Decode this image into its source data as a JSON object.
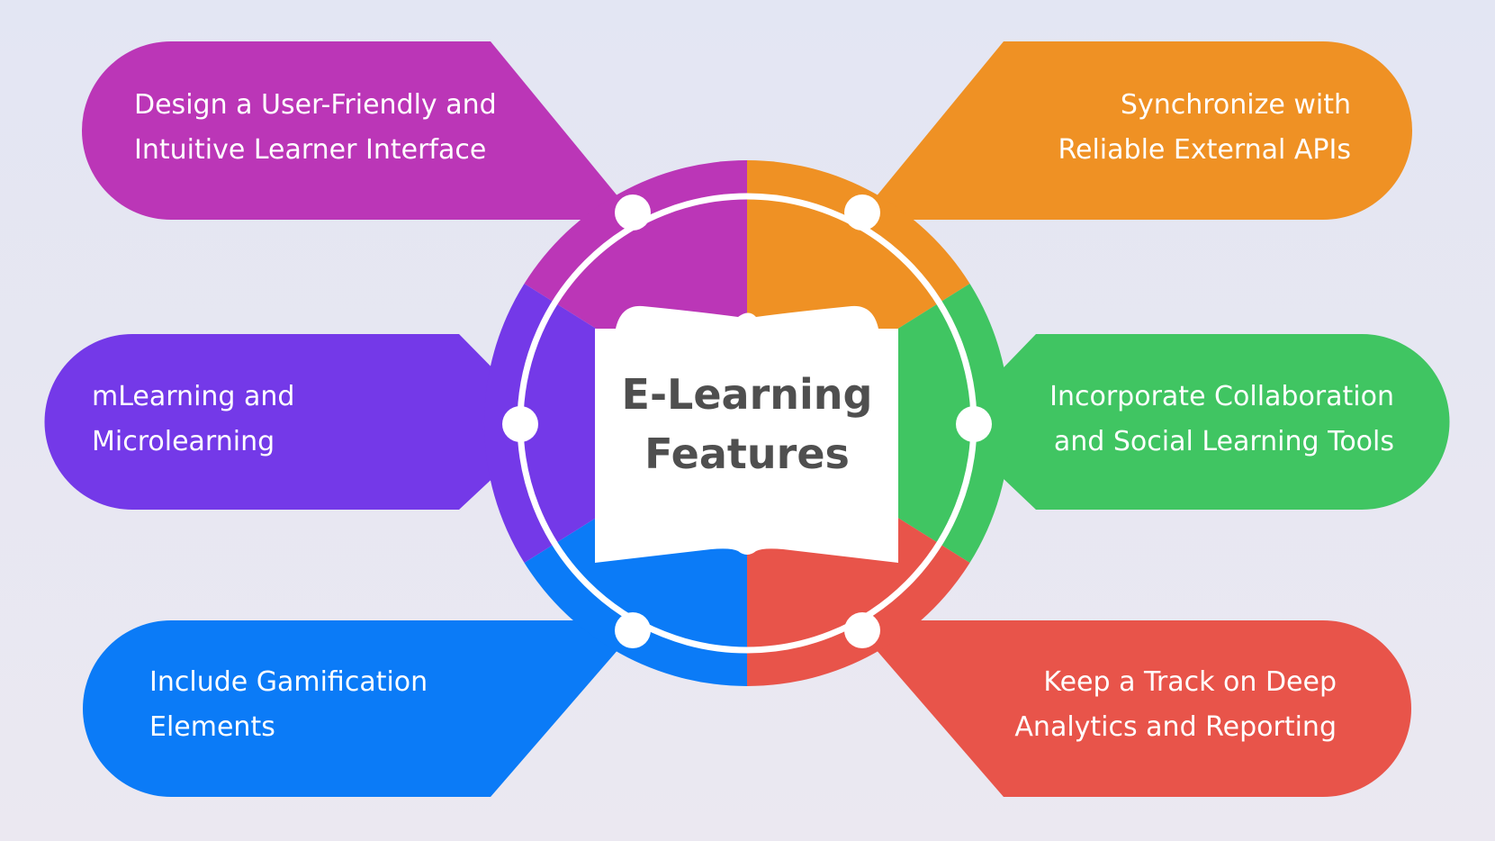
{
  "center": {
    "line1": "E-Learning",
    "line2": "Features"
  },
  "features": [
    {
      "line1": "Design a User-Friendly and",
      "line2": "Intuitive Learner Interface",
      "color": "#bb36b7"
    },
    {
      "line1": "Synchronize with",
      "line2": "Reliable External APIs",
      "color": "#ef9124"
    },
    {
      "line1": "mLearning and",
      "line2": "Microlearning",
      "color": "#7439e8"
    },
    {
      "line1": "Incorporate Collaboration",
      "line2": "and Social Learning Tools",
      "color": "#40c562"
    },
    {
      "line1": "Include Gamification",
      "line2": "Elements",
      "color": "#0b7bf7"
    },
    {
      "line1": "Keep a Track on Deep",
      "line2": "Analytics and Reporting",
      "color": "#e8544a"
    }
  ],
  "colors": {
    "background": "#e6e7f2",
    "ring": "#ffffff",
    "title_text": "#4f4f4f"
  },
  "icons": {
    "center": "open-book-icon"
  }
}
